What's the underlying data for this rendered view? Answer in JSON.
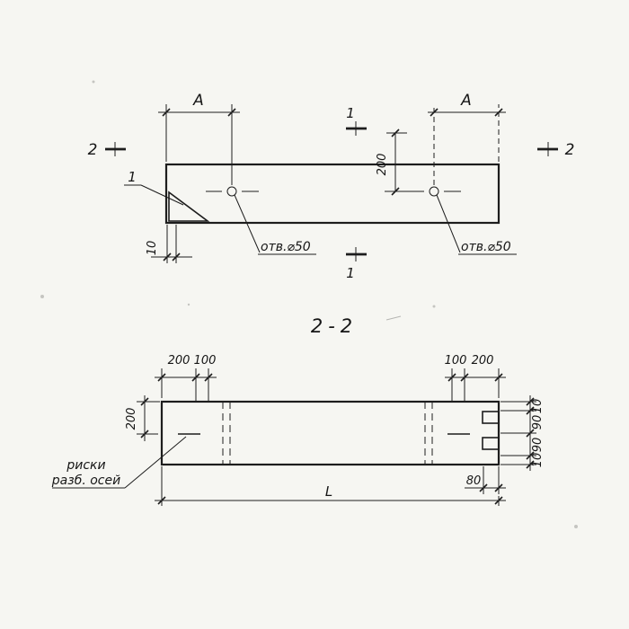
{
  "colors": {
    "paper": "#f6f6f2",
    "ink": "#1d1d1d"
  },
  "top_view": {
    "dim_a_left": "A",
    "dim_a_right": "A",
    "dim_offset": "200",
    "dim_plate_thickness": "10",
    "hole_label_left": "отв.⌀50",
    "hole_label_right": "отв.⌀50",
    "detail_mark": "1",
    "section1_top": "1",
    "section1_bottom": "1",
    "section2_left": "2",
    "section2_right": "2"
  },
  "section_view": {
    "title": "2-2",
    "dims_top_left": [
      "200",
      "100"
    ],
    "dims_top_right": [
      "100",
      "200"
    ],
    "dim_width": "200",
    "dims_right": [
      "10",
      "90",
      "90",
      "10"
    ],
    "dim_groove": "80",
    "dim_length": "L",
    "axis_note_line1": "риски",
    "axis_note_line2": "разб. осей"
  }
}
